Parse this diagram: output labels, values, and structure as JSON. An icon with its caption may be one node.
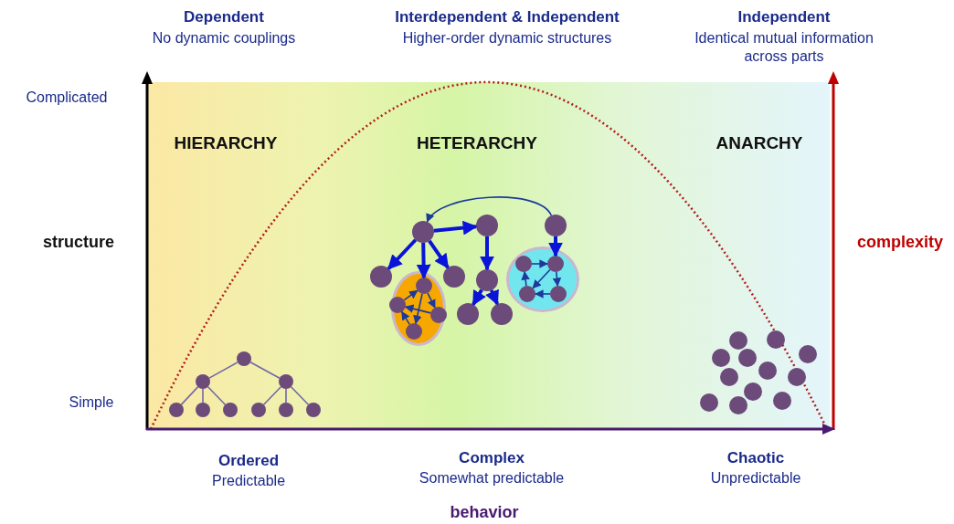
{
  "diagram": {
    "nodes": [
      {
        "text": [],
        "shape": "circle"
      },
      {
        "text": [],
        "shape": "circle"
      },
      {
        "text": [],
        "shape": "circle"
      },
      {
        "text": [],
        "shape": "circle"
      },
      {
        "text": [],
        "shape": "circle"
      },
      {
        "text": [],
        "shape": "circle"
      },
      {
        "text": [],
        "shape": "circle"
      },
      {
        "text": [],
        "shape": "circle"
      },
      {
        "text": [],
        "shape": "circle"
      },
      {
        "text": [],
        "shape": "circle"
      },
      {
        "text": [],
        "shape": "circle"
      },
      {
        "text": [],
        "shape": "circle"
      },
      {
        "text": [],
        "shape": "circle"
      },
      {
        "text": [],
        "shape": "ellipse"
      },
      {
        "text": [],
        "shape": "circle",
        "in": 13
      },
      {
        "text": [],
        "shape": "circle",
        "in": 13
      },
      {
        "text": [],
        "shape": "circle",
        "in": 13
      },
      {
        "text": [],
        "shape": "circle",
        "in": 13
      },
      {
        "text": [],
        "shape": "circle"
      },
      {
        "text": [],
        "shape": "circle"
      },
      {
        "text": [],
        "shape": "circle"
      },
      {
        "text": [],
        "shape": "circle"
      },
      {
        "text": [],
        "shape": "ellipse"
      },
      {
        "text": [],
        "shape": "circle",
        "in": 22
      },
      {
        "text": [],
        "shape": "circle",
        "in": 22
      },
      {
        "text": [],
        "shape": "circle",
        "in": 22
      },
      {
        "text": [],
        "shape": "circle",
        "in": 22
      },
      {
        "text": [],
        "shape": "circle"
      },
      {
        "text": [],
        "shape": "circle"
      },
      {
        "text": [],
        "shape": "circle"
      },
      {
        "text": [],
        "shape": "circle"
      },
      {
        "text": [],
        "shape": "circle"
      },
      {
        "text": [],
        "shape": "circle"
      },
      {
        "text": [],
        "shape": "circle"
      },
      {
        "text": [],
        "shape": "circle"
      },
      {
        "text": [],
        "shape": "circle"
      },
      {
        "text": [],
        "shape": "circle"
      },
      {
        "text": [],
        "shape": "circle"
      },
      {
        "text": [],
        "shape": "circle"
      }
    ],
    "edges": [
      {
        "from": 0,
        "to": 1,
        "arrow": "none",
        "color": "#7068a8"
      },
      {
        "from": 0,
        "to": 2,
        "arrow": "none",
        "color": "#7068a8"
      },
      {
        "from": 1,
        "to": 3,
        "arrow": "none",
        "color": "#7068a8"
      },
      {
        "from": 1,
        "to": 4,
        "arrow": "none",
        "color": "#7068a8"
      },
      {
        "from": 1,
        "to": 5,
        "arrow": "none",
        "color": "#7068a8"
      },
      {
        "from": 2,
        "to": 6,
        "arrow": "none",
        "color": "#7068a8"
      },
      {
        "from": 2,
        "to": 7,
        "arrow": "none",
        "color": "#7068a8"
      },
      {
        "from": 2,
        "to": 8,
        "arrow": "none",
        "color": "#7068a8"
      },
      {
        "from": 11,
        "to": 9,
        "arrow": "to"
      },
      {
        "from": 9,
        "to": 10,
        "arrow": "to",
        "style": "thick",
        "color": "#0a14d8"
      },
      {
        "from": 9,
        "to": 12,
        "arrow": "to",
        "style": "thick",
        "color": "#0a14d8"
      },
      {
        "from": 9,
        "to": 14,
        "arrow": "to",
        "style": "thick",
        "color": "#0a14d8"
      },
      {
        "from": 9,
        "to": 18,
        "arrow": "to",
        "style": "thick",
        "color": "#0a14d8"
      },
      {
        "from": 10,
        "to": 19,
        "arrow": "to",
        "style": "thick",
        "color": "#0a14d8"
      },
      {
        "from": 11,
        "to": 24,
        "arrow": "to",
        "style": "thick",
        "color": "#0a14d8"
      },
      {
        "from": 19,
        "to": 20,
        "arrow": "to",
        "style": "thick",
        "color": "#0a14d8"
      },
      {
        "from": 19,
        "to": 21,
        "arrow": "to",
        "style": "thick",
        "color": "#0a14d8"
      },
      {
        "from": 15,
        "to": 14,
        "arrow": "to"
      },
      {
        "from": 14,
        "to": 16,
        "arrow": "to"
      },
      {
        "from": 16,
        "to": 15,
        "arrow": "to"
      },
      {
        "from": 17,
        "to": 15,
        "arrow": "to"
      },
      {
        "from": 14,
        "to": 17,
        "arrow": "to"
      },
      {
        "from": 23,
        "to": 24,
        "arrow": "to"
      },
      {
        "from": 24,
        "to": 25,
        "arrow": "to"
      },
      {
        "from": 24,
        "to": 26,
        "arrow": "to"
      },
      {
        "from": 26,
        "to": 25,
        "arrow": "to"
      },
      {
        "from": 25,
        "to": 23,
        "arrow": "to"
      }
    ],
    "labels": [
      "Dependent",
      "No dynamic couplings",
      "Interdependent & Independent",
      "Higher-order dynamic structures",
      "Independent",
      "Identical mutual information across parts",
      "Complicated",
      "HIERARCHY",
      "HETERARCHY",
      "ANARCHY",
      "structure",
      "complexity",
      "Simple",
      "Ordered",
      "Predictable",
      "Complex",
      "Somewhat predictable",
      "Chaotic",
      "Unpredictable",
      "behavior"
    ]
  }
}
